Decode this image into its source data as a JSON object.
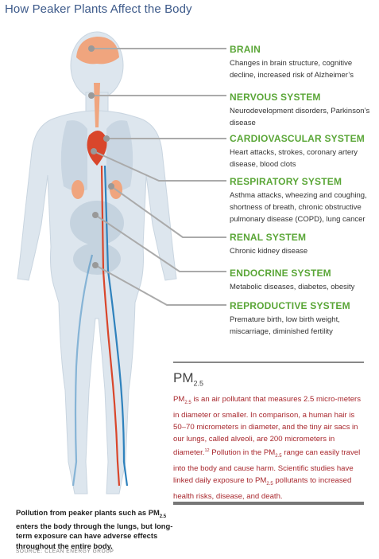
{
  "title": "How Peaker Plants Affect the Body",
  "systems": [
    {
      "name": "BRAIN",
      "desc": "Changes in brain structure, cognitive decline, increased risk of Alzheimer’s"
    },
    {
      "name": "NERVOUS SYSTEM",
      "desc": "Neurodevelopment disorders, Parkinson’s disease"
    },
    {
      "name": "CARDIOVASCULAR SYSTEM",
      "desc": "Heart attacks, strokes, coronary artery disease, blood clots"
    },
    {
      "name": "RESPIRATORY SYSTEM",
      "desc": "Asthma attacks, wheezing and coughing, shortness of breath, chronic obstructive pulmonary disease (COPD), lung cancer"
    },
    {
      "name": "RENAL SYSTEM",
      "desc": "Chronic kidney disease"
    },
    {
      "name": "ENDOCRINE SYSTEM",
      "desc": "Metabolic diseases, diabetes, obesity"
    },
    {
      "name": "REPRODUCTIVE SYSTEM",
      "desc": "Premature birth, low birth weight, miscarriage, diminished fertility"
    }
  ],
  "pm": {
    "title": "PM",
    "title_sub": "2.5",
    "sub": "2.5",
    "t1": " is an air pollutant that measures 2.5 micro-meters in diameter or smaller. In comparison, a human hair is 50–70 micrometers in diameter, and the tiny air sacs in our lungs, called alveoli, are 200 micrometers in diameter.",
    "note": "12",
    "t2": " Pollution in the ",
    "t3": " range can easily travel into the body and cause harm. Scientific studies have linked daily exposure to ",
    "t4": " pollutants to increased health risks, disease, and death."
  },
  "caption": {
    "t1": "Pollution from peaker plants such as PM",
    "sub": "2.5",
    "t2": " enters the body through the lungs, but long-term exposure can have adverse effects throughout the entire body."
  },
  "source": "SOURCE: CLEAN ENERGY GROUP",
  "colors": {
    "title": "#3d5a8a",
    "system_name": "#5aa637",
    "pm_text": "#a8272d",
    "body": "#dde6ee",
    "organ": "#f0a57e",
    "artery": "#d9462b",
    "vein": "#2f82bd"
  }
}
